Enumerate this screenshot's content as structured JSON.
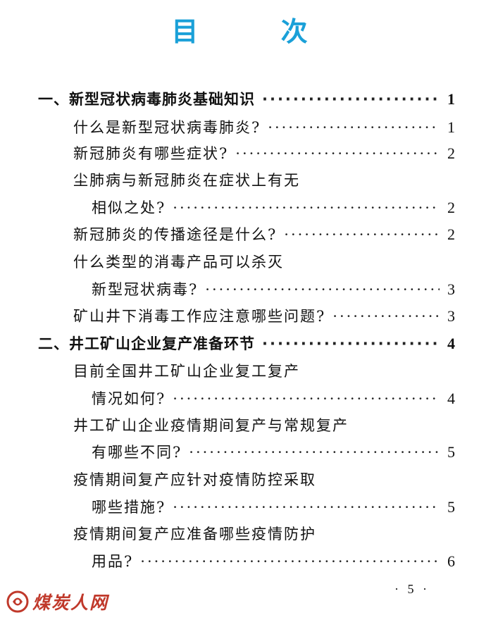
{
  "page_title": "目 次",
  "colors": {
    "title": "#1aa0d8",
    "logo": "#c0392b"
  },
  "toc": [
    {
      "text": "一、新型冠状病毒肺炎基础知识",
      "page": "1",
      "level": "section"
    },
    {
      "text": "什么是新型冠状病毒肺炎?",
      "page": "1",
      "level": "item"
    },
    {
      "text": "新冠肺炎有哪些症状?",
      "page": "2",
      "level": "item"
    },
    {
      "text": "尘肺病与新冠肺炎在症状上有无",
      "page": "",
      "level": "item"
    },
    {
      "text": "相似之处?",
      "page": "2",
      "level": "cont"
    },
    {
      "text": "新冠肺炎的传播途径是什么?",
      "page": "2",
      "level": "item"
    },
    {
      "text": "什么类型的消毒产品可以杀灭",
      "page": "",
      "level": "item"
    },
    {
      "text": "新型冠状病毒?",
      "page": "3",
      "level": "cont"
    },
    {
      "text": "矿山井下消毒工作应注意哪些问题?",
      "page": "3",
      "level": "item"
    },
    {
      "text": "二、井工矿山企业复产准备环节",
      "page": "4",
      "level": "section"
    },
    {
      "text": "目前全国井工矿山企业复工复产",
      "page": "",
      "level": "item"
    },
    {
      "text": "情况如何?",
      "page": "4",
      "level": "cont"
    },
    {
      "text": "井工矿山企业疫情期间复产与常规复产",
      "page": "",
      "level": "item"
    },
    {
      "text": "有哪些不同?",
      "page": "5",
      "level": "cont"
    },
    {
      "text": "疫情期间复产应针对疫情防控采取",
      "page": "",
      "level": "item"
    },
    {
      "text": "哪些措施?",
      "page": "5",
      "level": "cont"
    },
    {
      "text": "疫情期间复产应准备哪些疫情防护",
      "page": "",
      "level": "item"
    },
    {
      "text": "用品?",
      "page": "6",
      "level": "cont"
    }
  ],
  "footer": {
    "page_number": "· 5 ·"
  },
  "watermark": {
    "text": "煤炭人网",
    "icon": "logo-swirl-icon"
  }
}
